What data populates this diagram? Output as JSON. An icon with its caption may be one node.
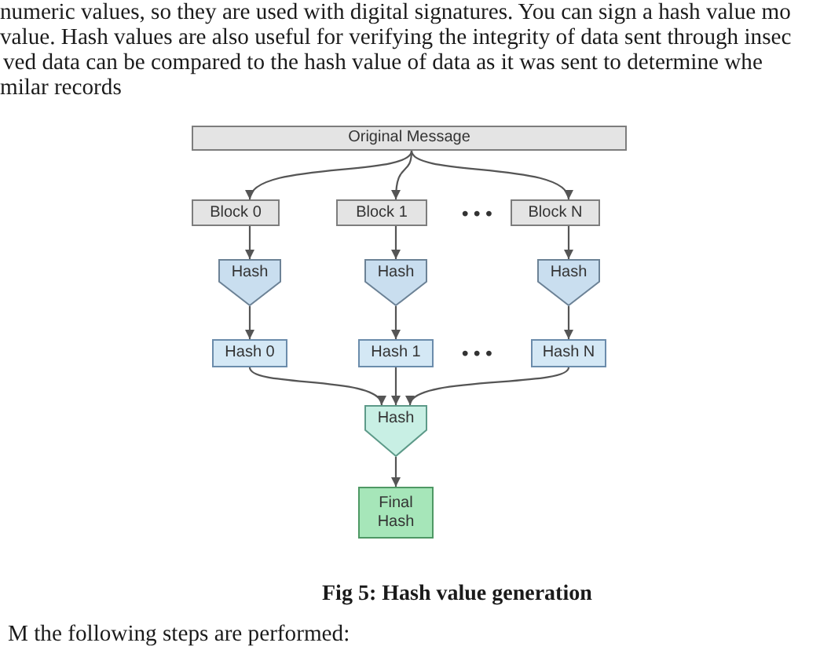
{
  "diagram": {
    "caption": "Fig 5: Hash value generation",
    "nodes": [
      {
        "text": [
          "Original Message"
        ]
      },
      {
        "text": [
          "Block 0"
        ]
      },
      {
        "text": [
          "Block 1"
        ]
      },
      {
        "text": [
          "Block N"
        ]
      },
      {
        "text": [
          "Hash"
        ]
      },
      {
        "text": [
          "Hash"
        ]
      },
      {
        "text": [
          "Hash"
        ]
      },
      {
        "text": [
          "Hash 0"
        ]
      },
      {
        "text": [
          "Hash 1"
        ]
      },
      {
        "text": [
          "Hash N"
        ]
      },
      {
        "text": [
          "Hash"
        ]
      },
      {
        "text": [
          "Final Hash"
        ]
      }
    ],
    "edges": [
      {
        "from": 0,
        "to": 1,
        "arrow": "to"
      },
      {
        "from": 0,
        "to": 2,
        "arrow": "to"
      },
      {
        "from": 0,
        "to": 3,
        "arrow": "to"
      },
      {
        "from": 1,
        "to": 4,
        "arrow": "to"
      },
      {
        "from": 2,
        "to": 5,
        "arrow": "to"
      },
      {
        "from": 3,
        "to": 6,
        "arrow": "to"
      },
      {
        "from": 4,
        "to": 7,
        "arrow": "to"
      },
      {
        "from": 5,
        "to": 8,
        "arrow": "to"
      },
      {
        "from": 6,
        "to": 9,
        "arrow": "to"
      },
      {
        "from": 7,
        "to": 10,
        "arrow": "to"
      },
      {
        "from": 8,
        "to": 10,
        "arrow": "to"
      },
      {
        "from": 9,
        "to": 10,
        "arrow": "to"
      },
      {
        "from": 10,
        "to": 11,
        "arrow": "to"
      }
    ],
    "labels": [
      "numeric values, so they are used with digital signatures. You can sign a hash value mo",
      "value. Hash values are also useful for verifying the integrity of data sent through insec",
      "ved data can be compared to the hash value of data as it was sent to determine whe",
      "milar records",
      "• • •",
      "• • •",
      "M the following steps are performed:"
    ]
  }
}
